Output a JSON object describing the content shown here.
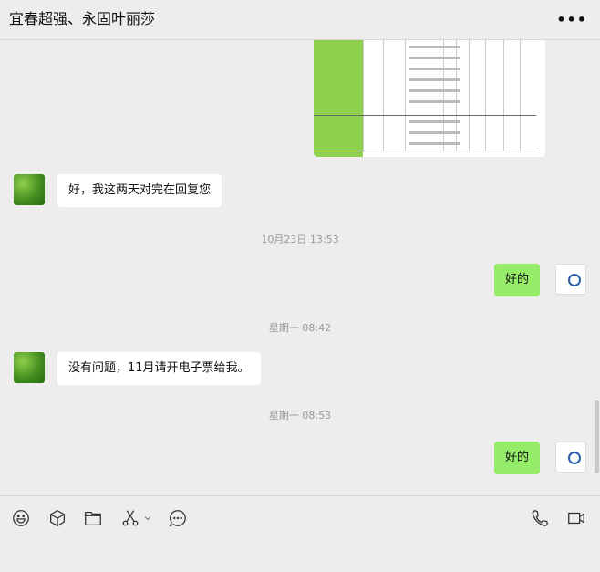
{
  "header": {
    "title": "宜春超强、永固叶丽莎",
    "more_icon": "more-icon"
  },
  "messages": [
    {
      "type": "image",
      "side": "right"
    },
    {
      "type": "text",
      "side": "left",
      "text": "好，我这两天对完在回复您"
    },
    {
      "type": "time",
      "text": "10月23日 13:53"
    },
    {
      "type": "text",
      "side": "right",
      "text": "好的"
    },
    {
      "type": "time",
      "text": "星期一 08:42"
    },
    {
      "type": "text",
      "side": "left",
      "text": "没有问题，11月请开电子票给我。"
    },
    {
      "type": "time",
      "text": "星期一 08:53"
    },
    {
      "type": "text",
      "side": "right",
      "text": "好的"
    }
  ],
  "toolbar": [
    "emoji-icon",
    "sticker-box-icon",
    "folder-icon",
    "scissors-icon",
    "chat-history-icon",
    "phone-icon",
    "video-icon"
  ],
  "colors": {
    "bubble_right": "#95ec69",
    "bubble_left": "#ffffff",
    "background": "#ededed"
  }
}
